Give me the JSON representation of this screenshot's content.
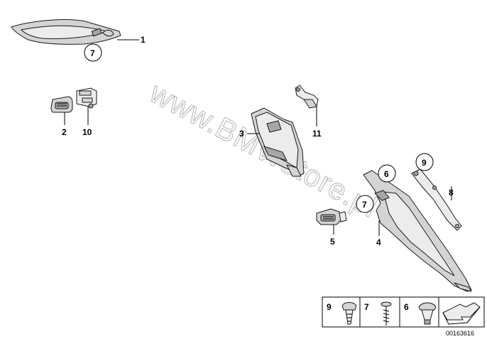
{
  "watermark": "www.BMWstore.pl",
  "callouts": {
    "c1": "1",
    "c2": "2",
    "c3": "3",
    "c4": "4",
    "c5": "5",
    "c8": "8",
    "c10": "10",
    "c11": "11"
  },
  "circled": {
    "top7": "7",
    "mid6": "6",
    "mid7": "7",
    "mid9": "9"
  },
  "legend": {
    "items": [
      "9",
      "7",
      "6"
    ]
  },
  "drawing_code": "00163616"
}
